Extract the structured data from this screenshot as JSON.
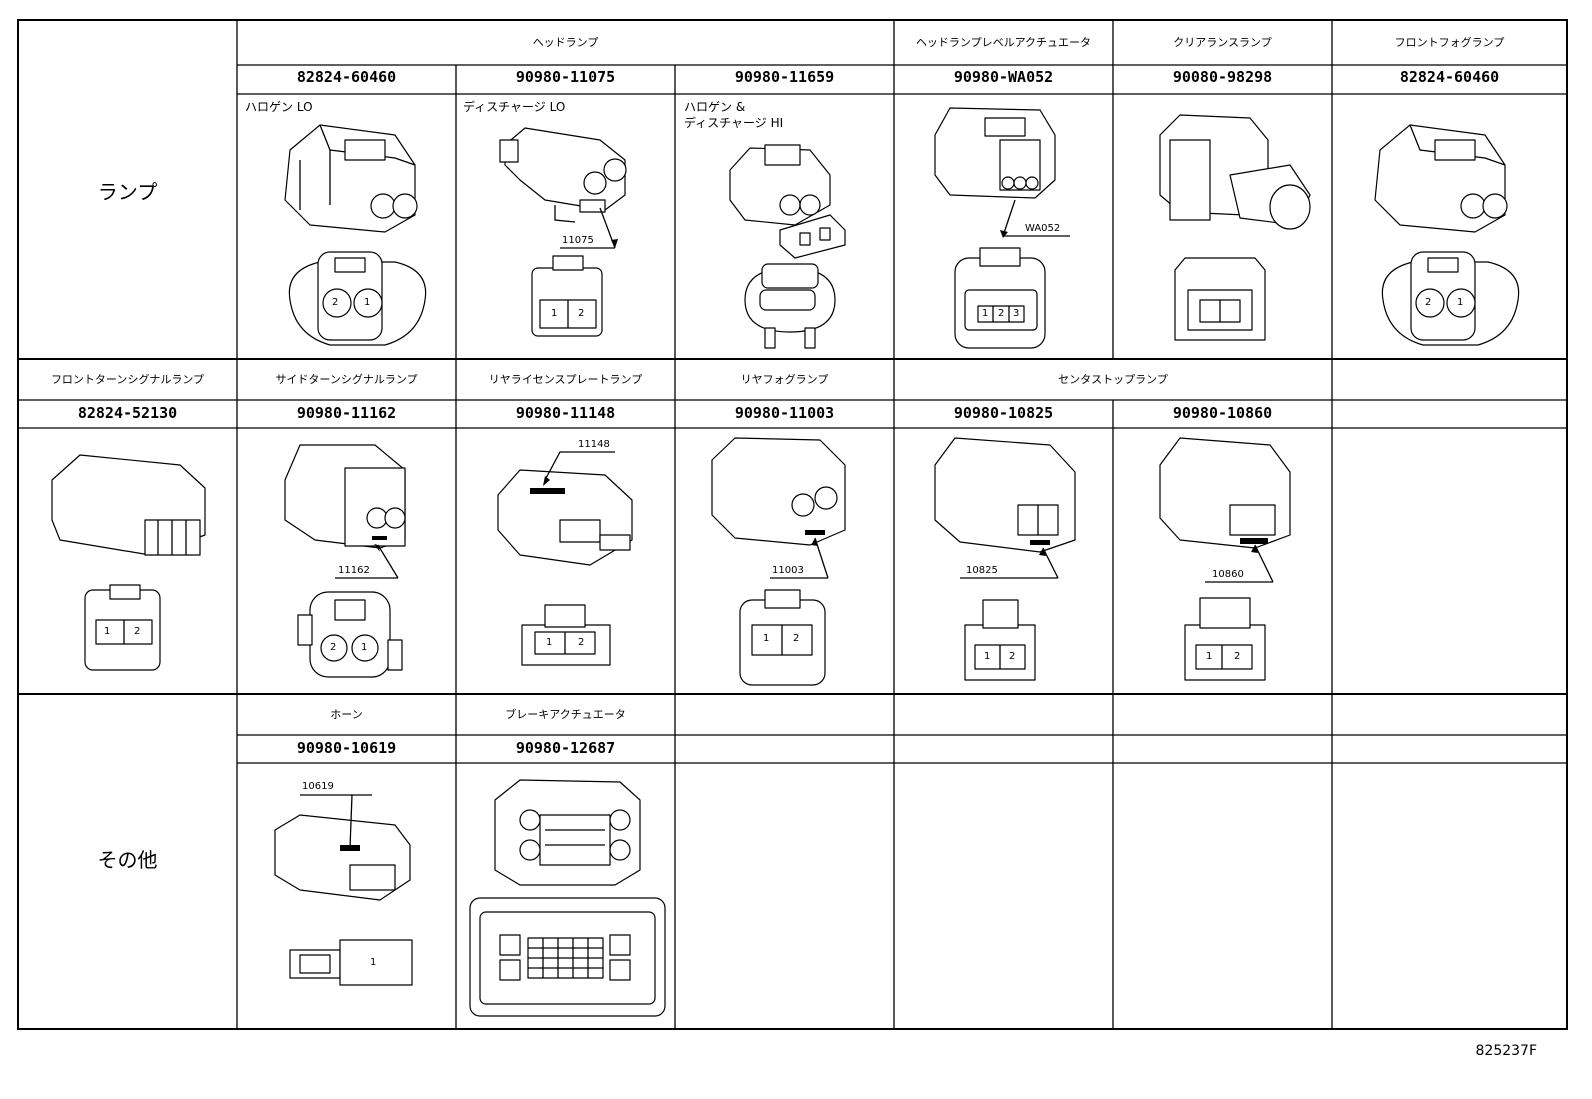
{
  "categories": {
    "lamp": "ランプ",
    "other": "その他"
  },
  "row1": {
    "groups": {
      "headlamp": "ヘッドランプ",
      "leveling": "ヘッドランプレベルアクチュエータ",
      "clearance": "クリアランスランプ",
      "front_fog": "フロントフォグランプ"
    },
    "parts": [
      "82824-60460",
      "90980-11075",
      "90980-11659",
      "90980-WA052",
      "90080-98298",
      "82824-60460"
    ],
    "sublabels": {
      "halogen_lo": "ハロゲン LO",
      "discharge_lo": "ディスチャージ LO",
      "halogen_discharge_hi": "ハロゲン &\nディスチャージ HI"
    },
    "codes": {
      "c11075": "11075",
      "cwa052": "WA052"
    },
    "pins": {
      "p1": "1",
      "p2": "2",
      "p3": "3"
    }
  },
  "row2": {
    "groups": {
      "front_turn": "フロントターンシグナルランプ",
      "side_turn": "サイドターンシグナルランプ",
      "license": "リヤライセンスプレートランプ",
      "rear_fog": "リヤフォグランプ",
      "center_stop": "センタストップランプ"
    },
    "parts": [
      "82824-52130",
      "90980-11162",
      "90980-11148",
      "90980-11003",
      "90980-10825",
      "90980-10860"
    ],
    "codes": {
      "c11162": "11162",
      "c11148": "11148",
      "c11003": "11003",
      "c10825": "10825",
      "c10860": "10860"
    }
  },
  "row3": {
    "groups": {
      "horn": "ホーン",
      "brake": "ブレーキアクチュエータ"
    },
    "parts": [
      "90980-10619",
      "90980-12687"
    ],
    "codes": {
      "c10619": "10619"
    }
  },
  "figure_id": "825237F"
}
